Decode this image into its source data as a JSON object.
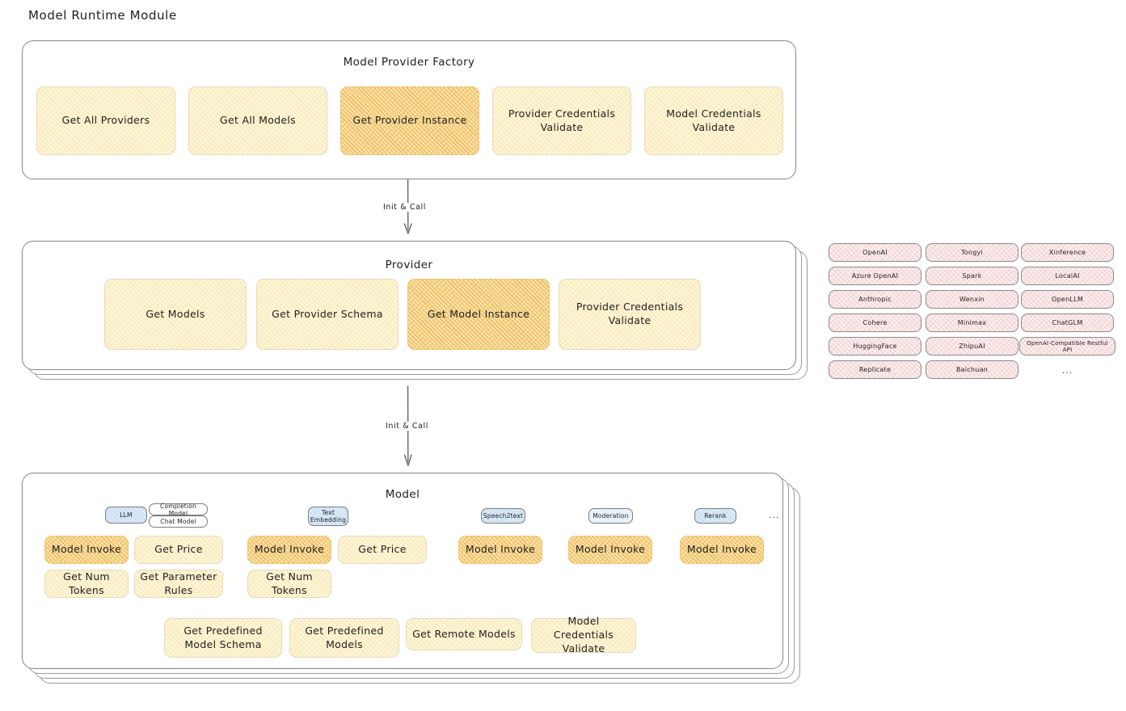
{
  "page": {
    "title": "Model Runtime Module"
  },
  "factory": {
    "title": "Model Provider Factory",
    "nodes": [
      {
        "label": "Get All Providers",
        "highlighted": false
      },
      {
        "label": "Get All Models",
        "highlighted": false
      },
      {
        "label": "Get Provider Instance",
        "highlighted": true
      },
      {
        "label": "Provider Credentials Validate",
        "highlighted": false
      },
      {
        "label": "Model Credentials Validate",
        "highlighted": false
      }
    ]
  },
  "arrows": [
    {
      "label": "Init & Call",
      "from": "Model Provider Factory",
      "to": "Provider"
    },
    {
      "label": "Init & Call",
      "from": "Provider",
      "to": "Model"
    }
  ],
  "provider": {
    "title": "Provider",
    "nodes": [
      {
        "label": "Get Models",
        "highlighted": false
      },
      {
        "label": "Get Provider Schema",
        "highlighted": false
      },
      {
        "label": "Get Model Instance",
        "highlighted": true
      },
      {
        "label": "Provider Credentials Validate",
        "highlighted": false
      }
    ]
  },
  "provider_list": {
    "columns": [
      {
        "items": [
          "OpenAI",
          "Azure OpenAI",
          "Anthropic",
          "Cohere",
          "HuggingFace",
          "Replicate"
        ]
      },
      {
        "items": [
          "Tongyi",
          "Spark",
          "Wenxin",
          "Minimax",
          "ZhipuAI",
          "Baichuan"
        ]
      },
      {
        "items": [
          "Xinference",
          "LocalAI",
          "OpenLLM",
          "ChatGLM",
          "OpenAI-Compatible Restful API"
        ]
      }
    ],
    "more": "..."
  },
  "model": {
    "title": "Model",
    "more": "...",
    "types": [
      {
        "badge": "LLM",
        "sub_badges": [
          "Completion Model",
          "Chat Model"
        ],
        "nodes": [
          {
            "label": "Model Invoke",
            "highlighted": true
          },
          {
            "label": "Get Price",
            "highlighted": false
          },
          {
            "label": "Get Num Tokens",
            "highlighted": false
          },
          {
            "label": "Get Parameter Rules",
            "highlighted": false
          }
        ]
      },
      {
        "badge": "Text Embedding",
        "sub_badges": [],
        "nodes": [
          {
            "label": "Model Invoke",
            "highlighted": true
          },
          {
            "label": "Get Price",
            "highlighted": false
          },
          {
            "label": "Get Num Tokens",
            "highlighted": false
          }
        ]
      },
      {
        "badge": "Speech2text",
        "sub_badges": [],
        "nodes": [
          {
            "label": "Model Invoke",
            "highlighted": true
          }
        ]
      },
      {
        "badge": "Moderation",
        "sub_badges": [],
        "nodes": [
          {
            "label": "Model Invoke",
            "highlighted": true
          }
        ]
      },
      {
        "badge": "Rerank",
        "sub_badges": [],
        "nodes": [
          {
            "label": "Model Invoke",
            "highlighted": true
          }
        ]
      }
    ],
    "common_nodes": [
      {
        "label": "Get Predefined Model Schema",
        "highlighted": false
      },
      {
        "label": "Get Predefined Models",
        "highlighted": false
      },
      {
        "label": "Get Remote Models",
        "highlighted": false
      },
      {
        "label": "Model Credentials Validate",
        "highlighted": false
      }
    ]
  },
  "colors": {
    "node_fill": "#fdf6de",
    "node_highlight_fill": "#fbe2ae",
    "chip_fill": "#fbeeee",
    "badge_fill": "#dceaf7",
    "stroke": "#868686",
    "text": "#1e1e1e"
  }
}
